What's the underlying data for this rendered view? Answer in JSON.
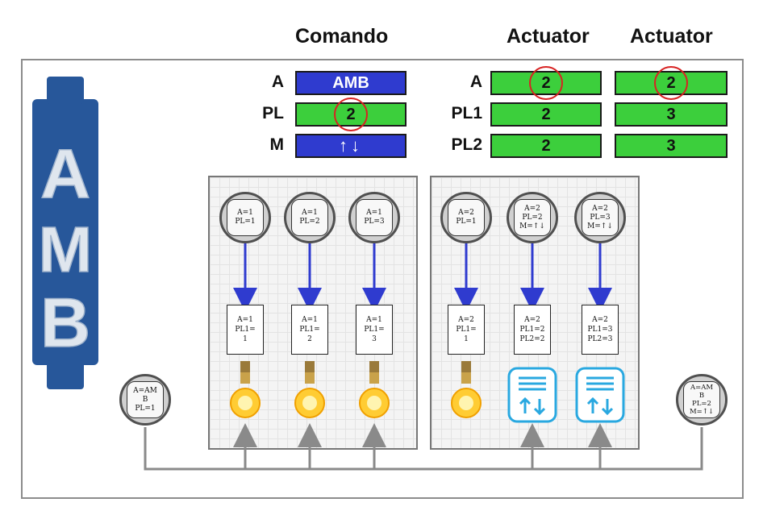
{
  "headers": {
    "comando": "Comando",
    "actuator1": "Actuator",
    "actuator2": "Actuator"
  },
  "logo": {
    "letters": [
      "A",
      "M",
      "B"
    ]
  },
  "comando": {
    "rows": [
      {
        "label": "A",
        "value": "AMB",
        "color": "#2f3bcf"
      },
      {
        "label": "PL",
        "value": "2",
        "color": "#3ccf3c"
      },
      {
        "label": "M",
        "value": "↑↓",
        "color": "#2f3bcf"
      }
    ]
  },
  "actuators": {
    "labels": [
      "A",
      "PL1",
      "PL2"
    ],
    "columns": [
      {
        "values": [
          "2",
          "2",
          "2"
        ]
      },
      {
        "values": [
          "2",
          "3",
          "3"
        ]
      }
    ],
    "color": "#3ccf3c"
  },
  "left_panel": {
    "nodes": [
      {
        "lines": [
          "A=1",
          "PL=1"
        ]
      },
      {
        "lines": [
          "A=1",
          "PL=2"
        ]
      },
      {
        "lines": [
          "A=1",
          "PL=3"
        ]
      }
    ],
    "devices": [
      {
        "lines": [
          "A=1",
          "PL1=",
          "1"
        ],
        "type": "bulb"
      },
      {
        "lines": [
          "A=1",
          "PL1=",
          "2"
        ],
        "type": "bulb"
      },
      {
        "lines": [
          "A=1",
          "PL1=",
          "3"
        ],
        "type": "bulb"
      }
    ]
  },
  "right_panel": {
    "nodes": [
      {
        "lines": [
          "A=2",
          "PL=1"
        ]
      },
      {
        "lines": [
          "A=2",
          "PL=2",
          "M=↑↓"
        ]
      },
      {
        "lines": [
          "A=2",
          "PL=3",
          "M=↑↓"
        ]
      }
    ],
    "devices": [
      {
        "lines": [
          "A=2",
          "PL1=",
          "1"
        ],
        "type": "bulb"
      },
      {
        "lines": [
          "A=2",
          "PL1=2",
          "PL2=2"
        ],
        "type": "shutter"
      },
      {
        "lines": [
          "A=2",
          "PL1=3",
          "PL2=3"
        ],
        "type": "shutter"
      }
    ]
  },
  "sender_left": {
    "lines": [
      "A=AM",
      "B",
      "PL=1"
    ]
  },
  "sender_right": {
    "lines": [
      "A=AM",
      "B",
      "PL=2",
      "M=↑↓"
    ]
  },
  "colors": {
    "arrow_blue": "#2f3bcf",
    "ring_red": "#d82222",
    "bus_gray": "#8a8a8a",
    "shutter_blue": "#29a8e0"
  }
}
